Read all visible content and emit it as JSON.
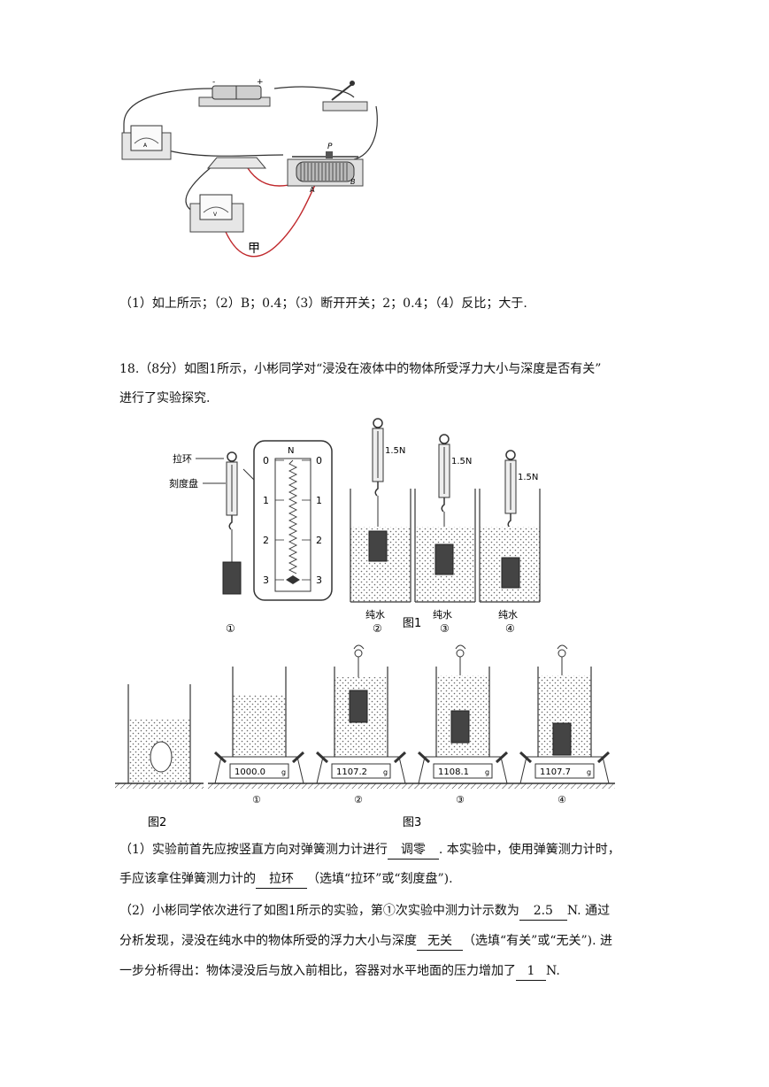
{
  "circuit": {
    "label": "甲",
    "slider_label": "P",
    "terminal_a": "A",
    "terminal_b": "B",
    "battery_minus": "-",
    "battery_plus": "+",
    "ammeter_letter": "A",
    "voltmeter_letter": "V"
  },
  "answer17": "（1）如上所示；（2）B；0.4；（3）断开开关；2；0.4；（4）反比；大于.",
  "q18": {
    "stem_line1": "18.（8分）如图1所示，小彬同学对“浸没在液体中的物体所受浮力大小与深度是否有关”",
    "stem_line2": "进行了实验探究.",
    "fig1": {
      "label_ring": "拉环",
      "label_dial": "刻度盘",
      "unit_N": "N",
      "scale_left": [
        "0",
        "1",
        "2",
        "3"
      ],
      "scale_right": [
        "0",
        "1",
        "2",
        "3"
      ],
      "reading_2": "1.5N",
      "reading_3": "1.5N",
      "reading_4": "1.5N",
      "liquid_2": "纯水",
      "liquid_3": "纯水",
      "liquid_4": "纯水",
      "num_1": "①",
      "num_2": "②",
      "num_3": "③",
      "num_4": "④",
      "caption": "图1"
    },
    "fig2": {
      "caption": "图2"
    },
    "fig3": {
      "caption": "图3",
      "num_1": "①",
      "num_2": "②",
      "num_3": "③",
      "num_4": "④",
      "scale_1": "1000.0",
      "scale_2": "1107.2",
      "scale_3": "1108.1",
      "scale_4": "1107.7",
      "unit_g": "g"
    },
    "p1": {
      "a": "（1）实验前首先应按竖直方向对弹簧测力计进行",
      "blank1": "调零",
      "b": ". 本实验中，使用弹簧测力计时，",
      "c": "手应该拿住弹簧测力计的",
      "blank2": "拉环",
      "d": "（选填“拉环”或“刻度盘”)."
    },
    "p2": {
      "a": "（2）小彬同学依次进行了如图1所示的实验，第①次实验中测力计示数为",
      "blank1": "2.5",
      "b": "N. 通过",
      "c": "分析发现，浸没在纯水中的物体所受的浮力大小与深度",
      "blank2": "无关",
      "d": "（选填“有关”或“无关”). 进",
      "e": "一步分析得出：物体浸没后与放入前相比，容器对水平地面的压力增加了",
      "blank3": "1",
      "f": "N."
    }
  }
}
